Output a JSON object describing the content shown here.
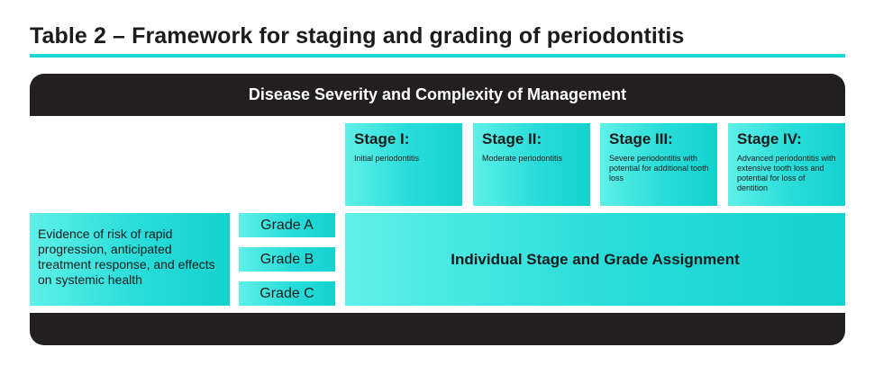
{
  "title": "Table 2 – Framework for staging and grading of periodontitis",
  "header": "Disease Severity and Complexity of Management",
  "stages": [
    {
      "title": "Stage I:",
      "description": "Initial periodontitis"
    },
    {
      "title": "Stage II:",
      "description": "Moderate periodontitis"
    },
    {
      "title": "Stage III:",
      "description": "Severe periodontitis with potential for additional tooth loss"
    },
    {
      "title": "Stage IV:",
      "description": "Advanced periodontitis with extensive tooth loss and potential for loss of dentition"
    }
  ],
  "evidence": "Evidence of risk of rapid progression, anticipated treatment response, and effects on systemic health",
  "grades": [
    "Grade A",
    "Grade B",
    "Grade C"
  ],
  "assignment": "Individual Stage and Grade Assignment",
  "colors": {
    "accent": "#1ed6d3",
    "dark": "#231f20"
  }
}
